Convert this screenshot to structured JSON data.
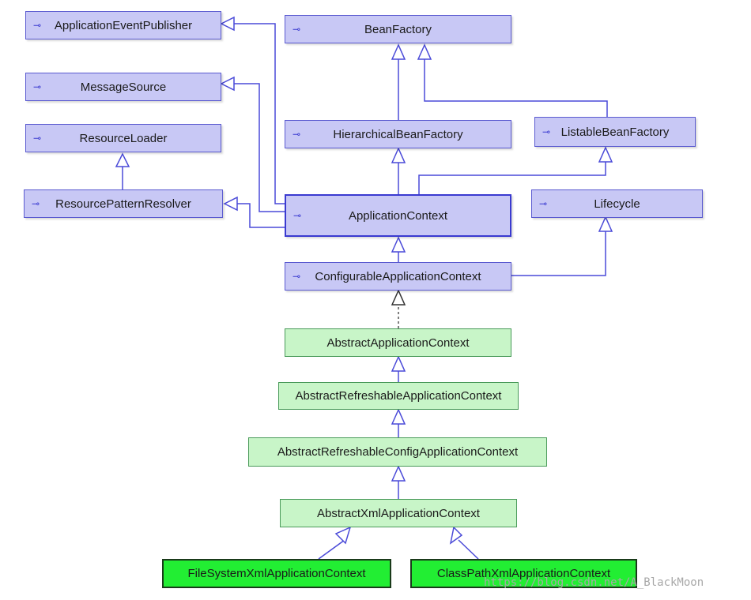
{
  "nodes": {
    "application_event_publisher": "ApplicationEventPublisher",
    "message_source": "MessageSource",
    "resource_loader": "ResourceLoader",
    "resource_pattern_resolver": "ResourcePatternResolver",
    "bean_factory": "BeanFactory",
    "hierarchical_bean_factory": "HierarchicalBeanFactory",
    "listable_bean_factory": "ListableBeanFactory",
    "application_context": "ApplicationContext",
    "lifecycle": "Lifecycle",
    "configurable_application_context": "ConfigurableApplicationContext",
    "abstract_application_context": "AbstractApplicationContext",
    "abstract_refreshable_application_context": "AbstractRefreshableApplicationContext",
    "abstract_refreshable_config_application_context": "AbstractRefreshableConfigApplicationContext",
    "abstract_xml_application_context": "AbstractXmlApplicationContext",
    "file_system_xml_application_context": "FileSystemXmlApplicationContext",
    "class_path_xml_application_context": "ClassPathXmlApplicationContext"
  },
  "interface_icon": "interface-icon",
  "colors": {
    "interface_fill": "#c8c8f5",
    "interface_border": "#5a5ad0",
    "class_fill": "#c8f5c8",
    "leaf_fill": "#22ee33",
    "edge": "#4a4ad8"
  },
  "watermark": "https://blog.csdn.net/A_BlackMoon"
}
